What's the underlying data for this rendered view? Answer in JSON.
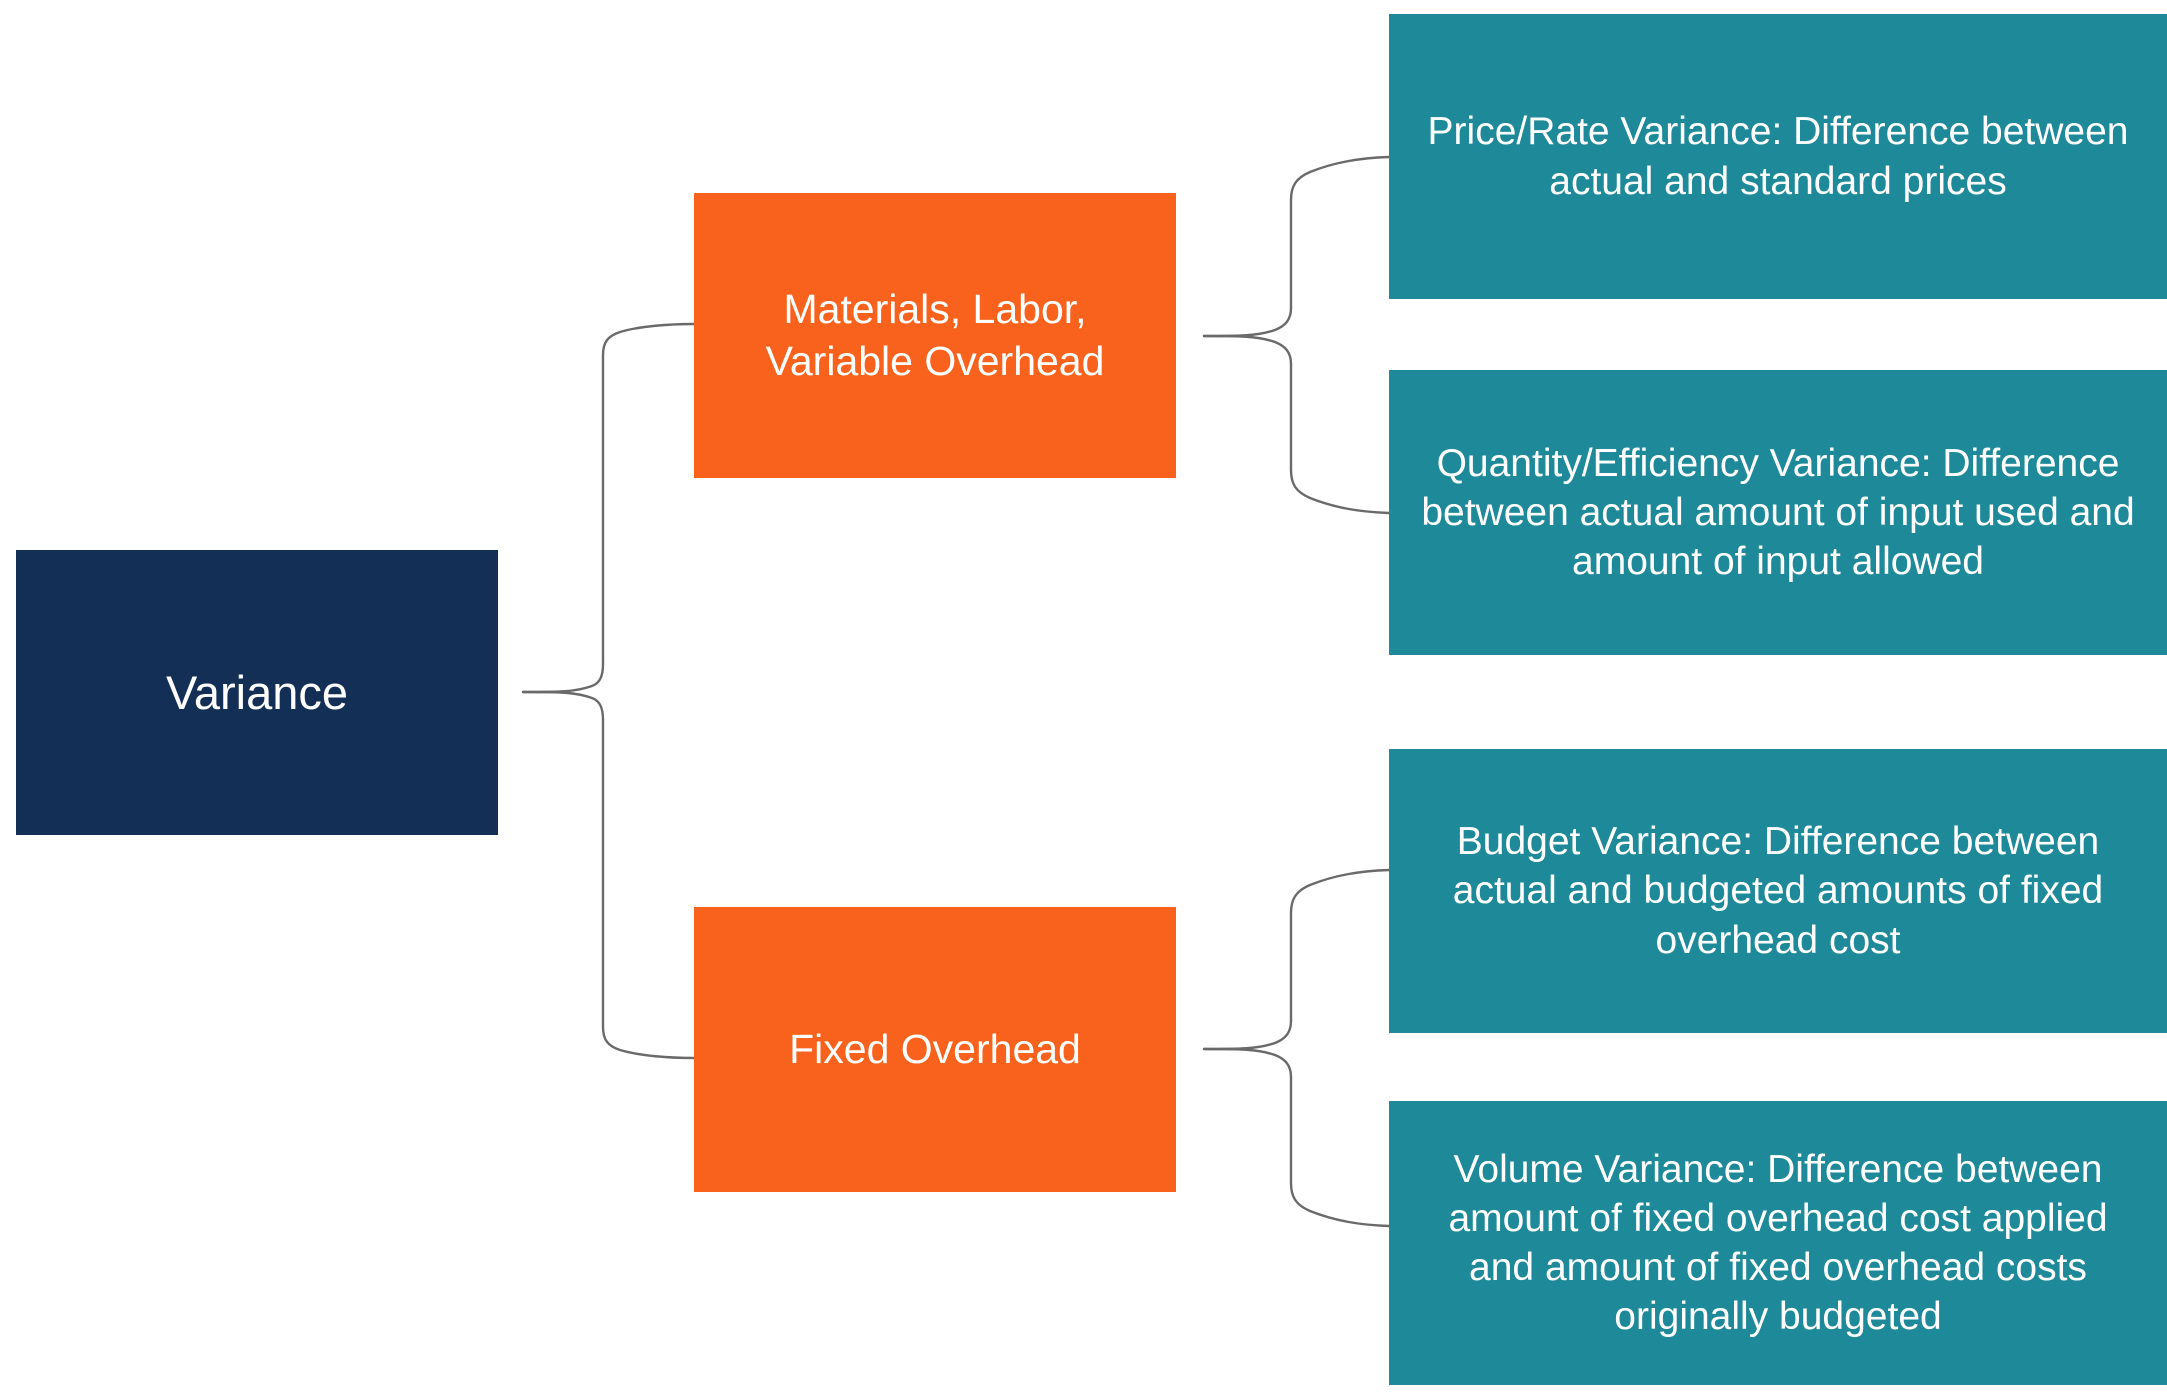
{
  "diagram": {
    "title": "Variance",
    "type": "hierarchy-bracket-tree",
    "colors": {
      "root": "#142F56",
      "level2": "#F9621C",
      "level3": "#1E8998",
      "connector": "#6a6a6a",
      "text": "#FFFFFF",
      "background": "#FFFFFF"
    },
    "root": {
      "label": "Variance"
    },
    "level2": [
      {
        "label": "Materials, Labor, Variable Overhead"
      },
      {
        "label": "Fixed Overhead"
      }
    ],
    "level3": [
      {
        "label": "Price/Rate Variance: Difference between actual and standard prices"
      },
      {
        "label": "Quantity/Efficiency Variance: Difference between actual amount of input used and amount of input allowed"
      },
      {
        "label": "Budget Variance: Difference between actual and budgeted amounts of fixed overhead cost"
      },
      {
        "label": "Volume Variance: Difference between amount of fixed overhead cost applied and amount of fixed overhead costs originally budgeted"
      }
    ]
  }
}
